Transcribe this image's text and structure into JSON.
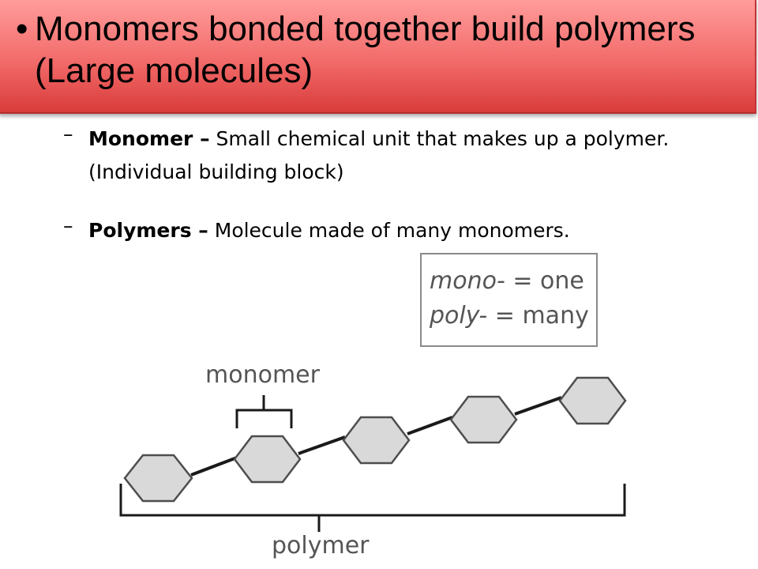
{
  "slide": {
    "title": "Monomers bonded together build polymers (Large molecules)",
    "title_bullet": "•",
    "items": [
      {
        "dash": "–",
        "term": "Monomer –",
        "definition": " Small chemical unit that makes up a polymer. (Individual building block)"
      },
      {
        "dash": "–",
        "term": "Polymers –",
        "definition": " Molecule made of many monomers."
      }
    ]
  },
  "diagram": {
    "legend_line1_prefix": "mono-",
    "legend_line1_suffix": " = one",
    "legend_line2_prefix": "poly-",
    "legend_line2_suffix": " = many",
    "monomer_label": "monomer",
    "polymer_label": "polymer",
    "colors": {
      "hex_fill": "#d9d9d9",
      "hex_stroke": "#4d4d4d",
      "chain": "#1a1a1a",
      "label": "#555555"
    }
  }
}
